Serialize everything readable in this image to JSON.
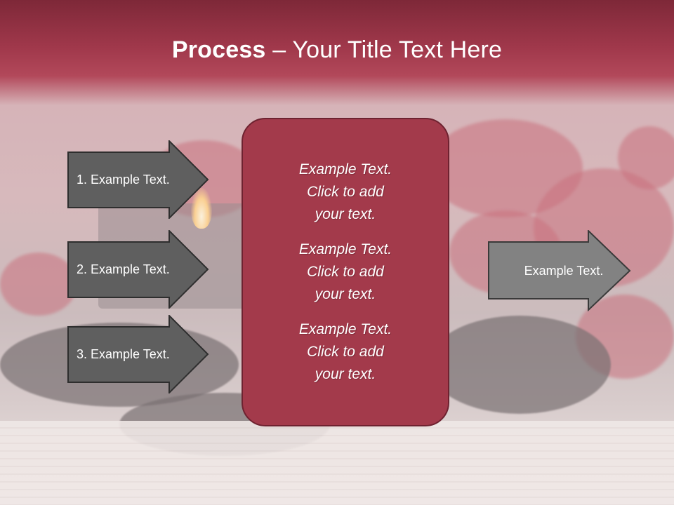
{
  "title": {
    "bold": "Process",
    "rest": " – Your Title Text Here"
  },
  "steps": [
    {
      "label": "1. Example Text."
    },
    {
      "label": "2. Example Text."
    },
    {
      "label": "3. Example Text."
    }
  ],
  "center_items": [
    {
      "text": "Example Text.\nClick  to add\nyour text."
    },
    {
      "text": "Example Text.\nClick  to add\nyour text."
    },
    {
      "text": "Example Text.\nClick  to add\nyour text."
    }
  ],
  "result": {
    "label": "Example Text."
  },
  "colors": {
    "header": "#a0384b",
    "box_fill": "#a33a4b",
    "box_border": "#6e2230",
    "left_arrow_fill": "#5f5f5f",
    "right_arrow_fill": "#828282",
    "arrow_border": "#2e2e2e"
  }
}
